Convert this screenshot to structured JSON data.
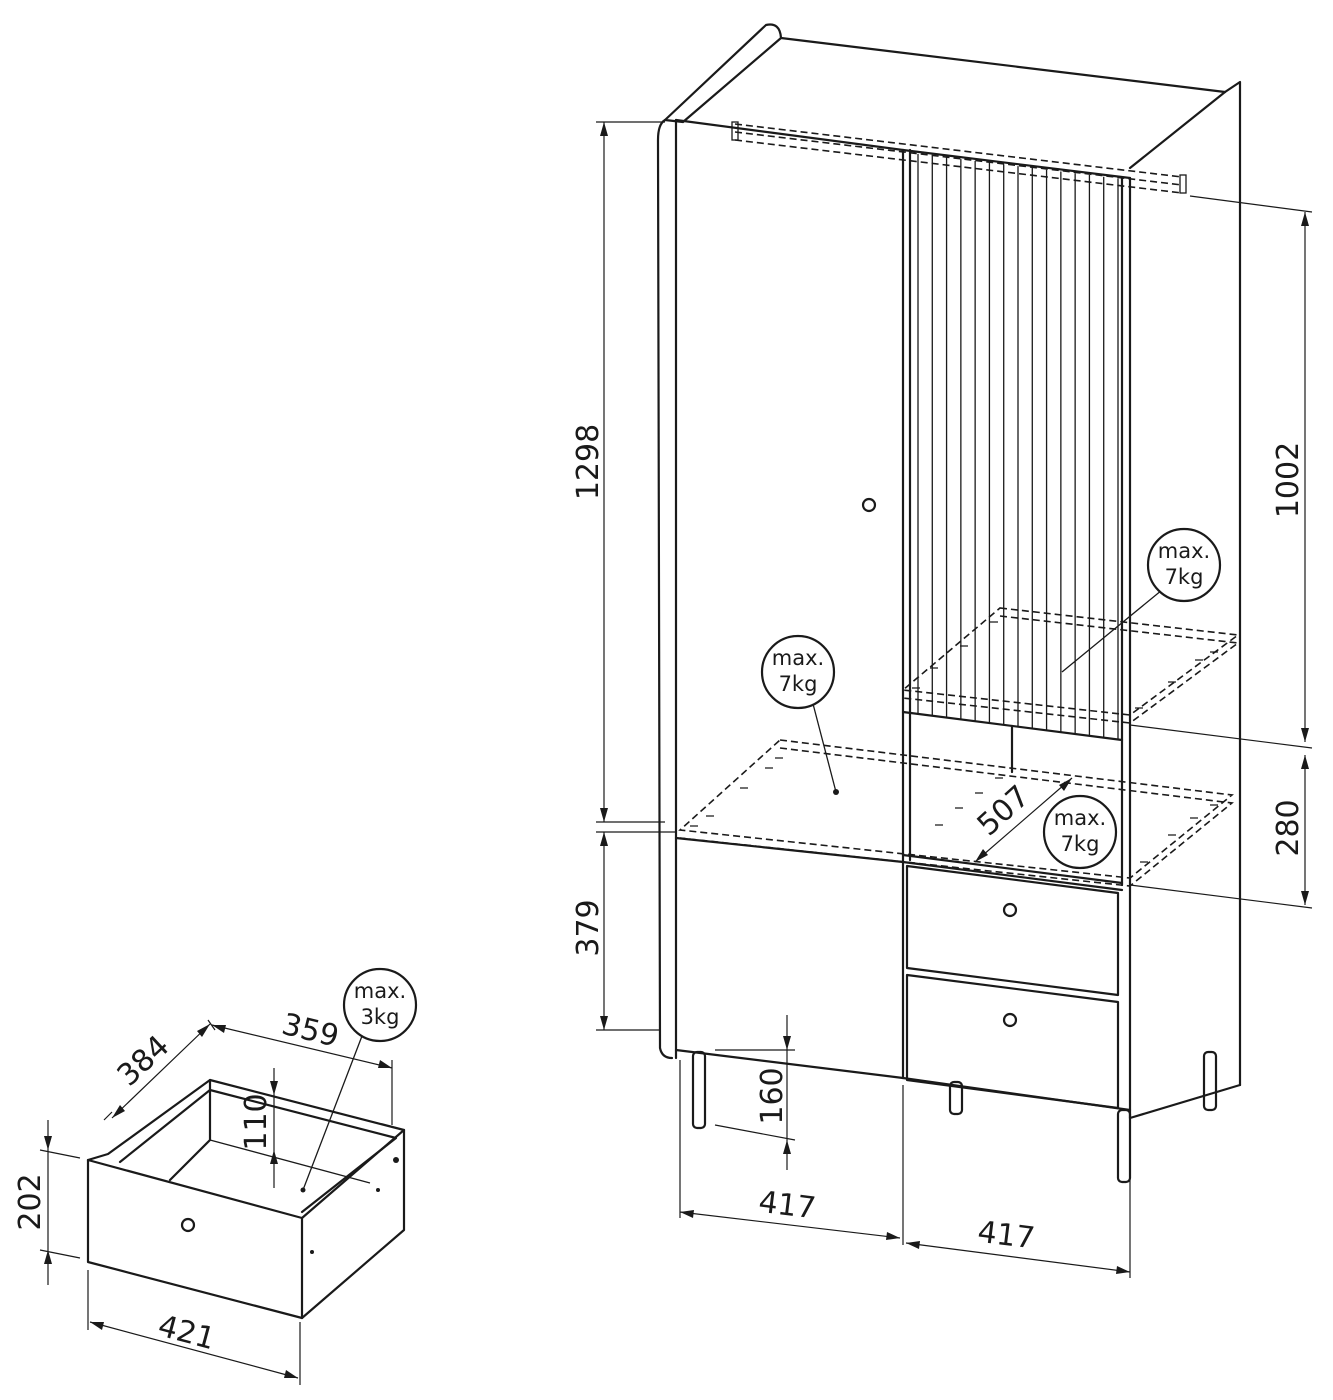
{
  "dimensions": {
    "cabinet_height_left": "1298",
    "cabinet_upper_right": "1002",
    "cabinet_lower_right": "280",
    "cabinet_lower_left": "379",
    "leg_height": "160",
    "shelf_depth": "507",
    "width_left": "417",
    "width_right": "417",
    "drawer_depth": "384",
    "drawer_inner_width": "359",
    "drawer_inner_height": "110",
    "drawer_height": "202",
    "drawer_front_width": "421"
  },
  "load_labels": {
    "shelf_right_upper": [
      "max.",
      "7kg"
    ],
    "shelf_left": [
      "max.",
      "7kg"
    ],
    "shelf_right_lower": [
      "max.",
      "7kg"
    ],
    "drawer": [
      "max.",
      "3kg"
    ]
  }
}
